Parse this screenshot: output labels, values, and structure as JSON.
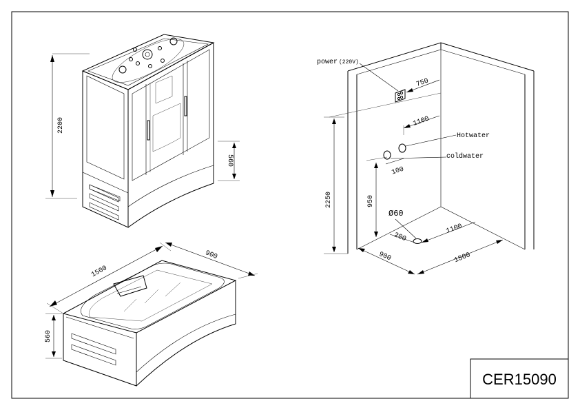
{
  "title_block": {
    "model": "CER15090"
  },
  "shower_cabin": {
    "height_label": "2200",
    "base_height_label": "560"
  },
  "bathtub": {
    "length_label": "1500",
    "width_label": "900",
    "height_label": "560"
  },
  "room_plan": {
    "power_label": "power",
    "power_voltage": "(220V)",
    "power_offset": "750",
    "supply_spacing": "1100",
    "hotwater_label": "Hotwater",
    "coldwater_label": "coldwater",
    "pipe_spacing": "100",
    "wall_height": "2250",
    "pipe_height": "950",
    "drain_diameter": "Ø60",
    "drain_offset_short": "200",
    "drain_offset_long": "1100",
    "floor_depth": "900",
    "floor_width": "1500"
  }
}
